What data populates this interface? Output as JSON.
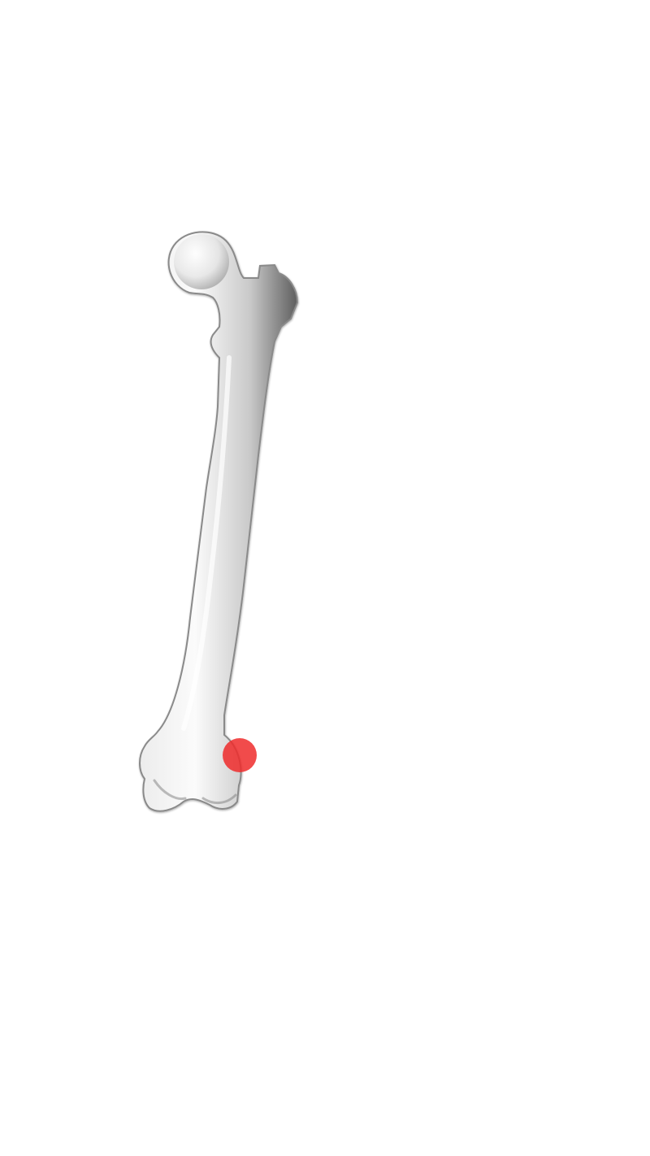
{
  "diagram": {
    "subject": "femur-illustration",
    "bone_fill_light": "#f7f7f7",
    "bone_fill_mid": "#dcdcdc",
    "bone_fill_dark": "#6e6e6e",
    "bone_outline": "#8a8a8a"
  },
  "marker": {
    "color": "#ee2b2b",
    "opacity": 0.85,
    "icon": "point-marker"
  }
}
